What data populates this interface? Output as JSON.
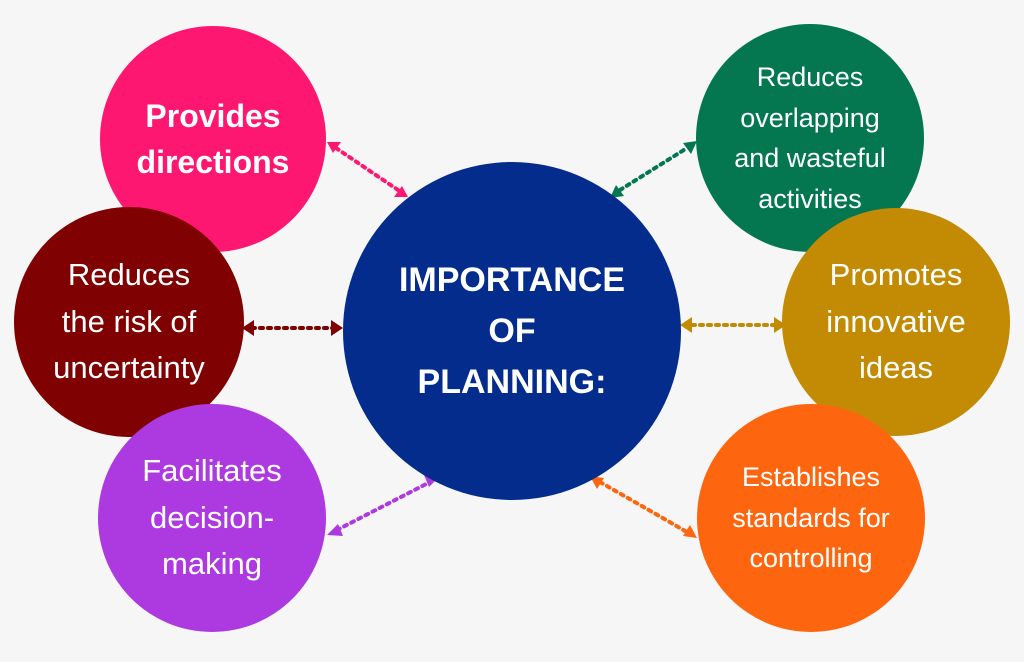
{
  "center": {
    "label": "IMPORTANCE\nOF\nPLANNING:",
    "color": "#042c8c"
  },
  "nodes": {
    "directions": {
      "label": "Provides\ndirections",
      "color": "#fe1770"
    },
    "uncertainty": {
      "label": "Reduces\nthe risk of\nuncertainty",
      "color": "#7f0101"
    },
    "decision": {
      "label": "Facilitates\ndecision-\nmaking",
      "color": "#ad39e0"
    },
    "overlap": {
      "label": "Reduces\noverlapping\nand wasteful\nactivities",
      "color": "#047751"
    },
    "innovative": {
      "label": "Promotes\ninnovative\nideas",
      "color": "#c38b04"
    },
    "standards": {
      "label": "Establishes\nstandards for\ncontrolling",
      "color": "#fe650f"
    }
  }
}
